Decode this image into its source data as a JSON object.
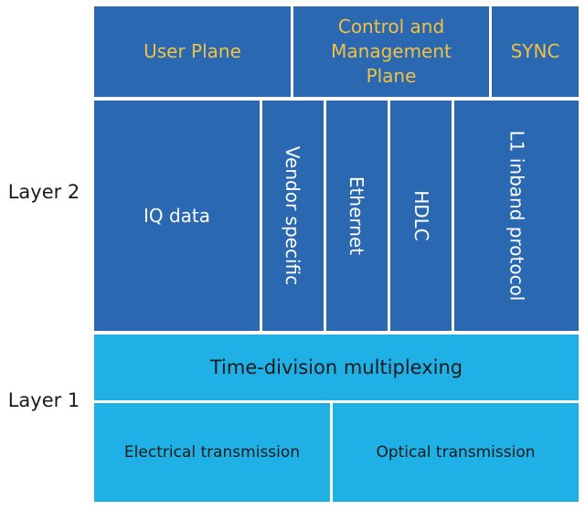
{
  "layers": {
    "layer2": "Layer 2",
    "layer1": "Layer 1"
  },
  "planes": {
    "user": "User Plane",
    "control_line1": "Control and",
    "control_line2": "Management",
    "control_line3": "Plane",
    "sync": "SYNC"
  },
  "layer2_blocks": {
    "iq": "IQ data",
    "vendor": "Vendor specific",
    "ethernet": "Ethernet",
    "hdlc": "HDLC",
    "l1": "L1 inband protocol"
  },
  "layer1_blocks": {
    "tdm": "Time-division multiplexing",
    "electrical": "Electrical transmission",
    "optical": "Optical transmission"
  },
  "colors": {
    "dark_blue": "#2a68b1",
    "light_blue": "#1fb1e6",
    "gold_text": "#f2c144",
    "separator": "#ffffff"
  }
}
